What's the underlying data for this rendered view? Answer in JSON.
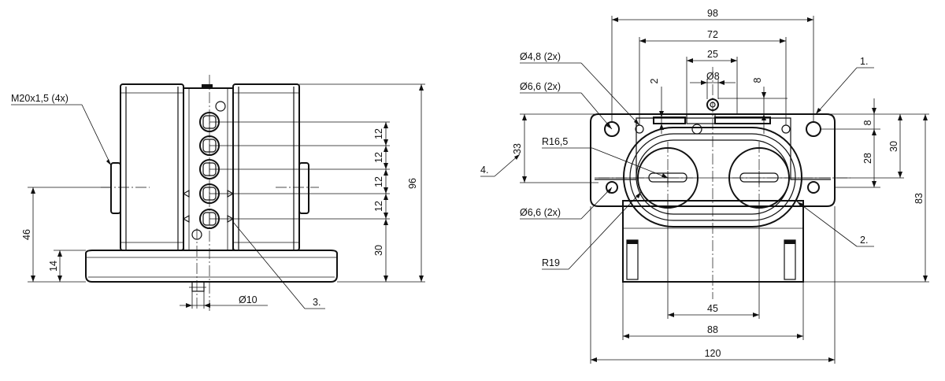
{
  "side_view": {
    "thread_label": "M20x1,5 (4x)",
    "height_46": "46",
    "height_14": "14",
    "spacing_1": "12",
    "spacing_2": "12",
    "spacing_3": "12",
    "spacing_4": "12",
    "height_30": "30",
    "height_96": "96",
    "shaft_diameter": "Ø10",
    "callout_3": "3."
  },
  "front_view": {
    "width_98": "98",
    "width_72": "72",
    "width_25": "25",
    "shaft_diameter_8": "Ø8",
    "dim_2": "2",
    "dim_8_top": "8",
    "hole_48": "Ø4,8 (2x)",
    "hole_66_top": "Ø6,6 (2x)",
    "callout_1": "1.",
    "dim_8_right": "8",
    "dim_28": "28",
    "dim_30": "30",
    "dim_33": "33",
    "radius_165": "R16,5",
    "callout_4": "4.",
    "hole_66_bottom": "Ø6,6 (2x)",
    "callout_2": "2.",
    "radius_19": "R19",
    "height_83": "83",
    "width_45": "45",
    "width_88": "88",
    "width_120": "120"
  }
}
